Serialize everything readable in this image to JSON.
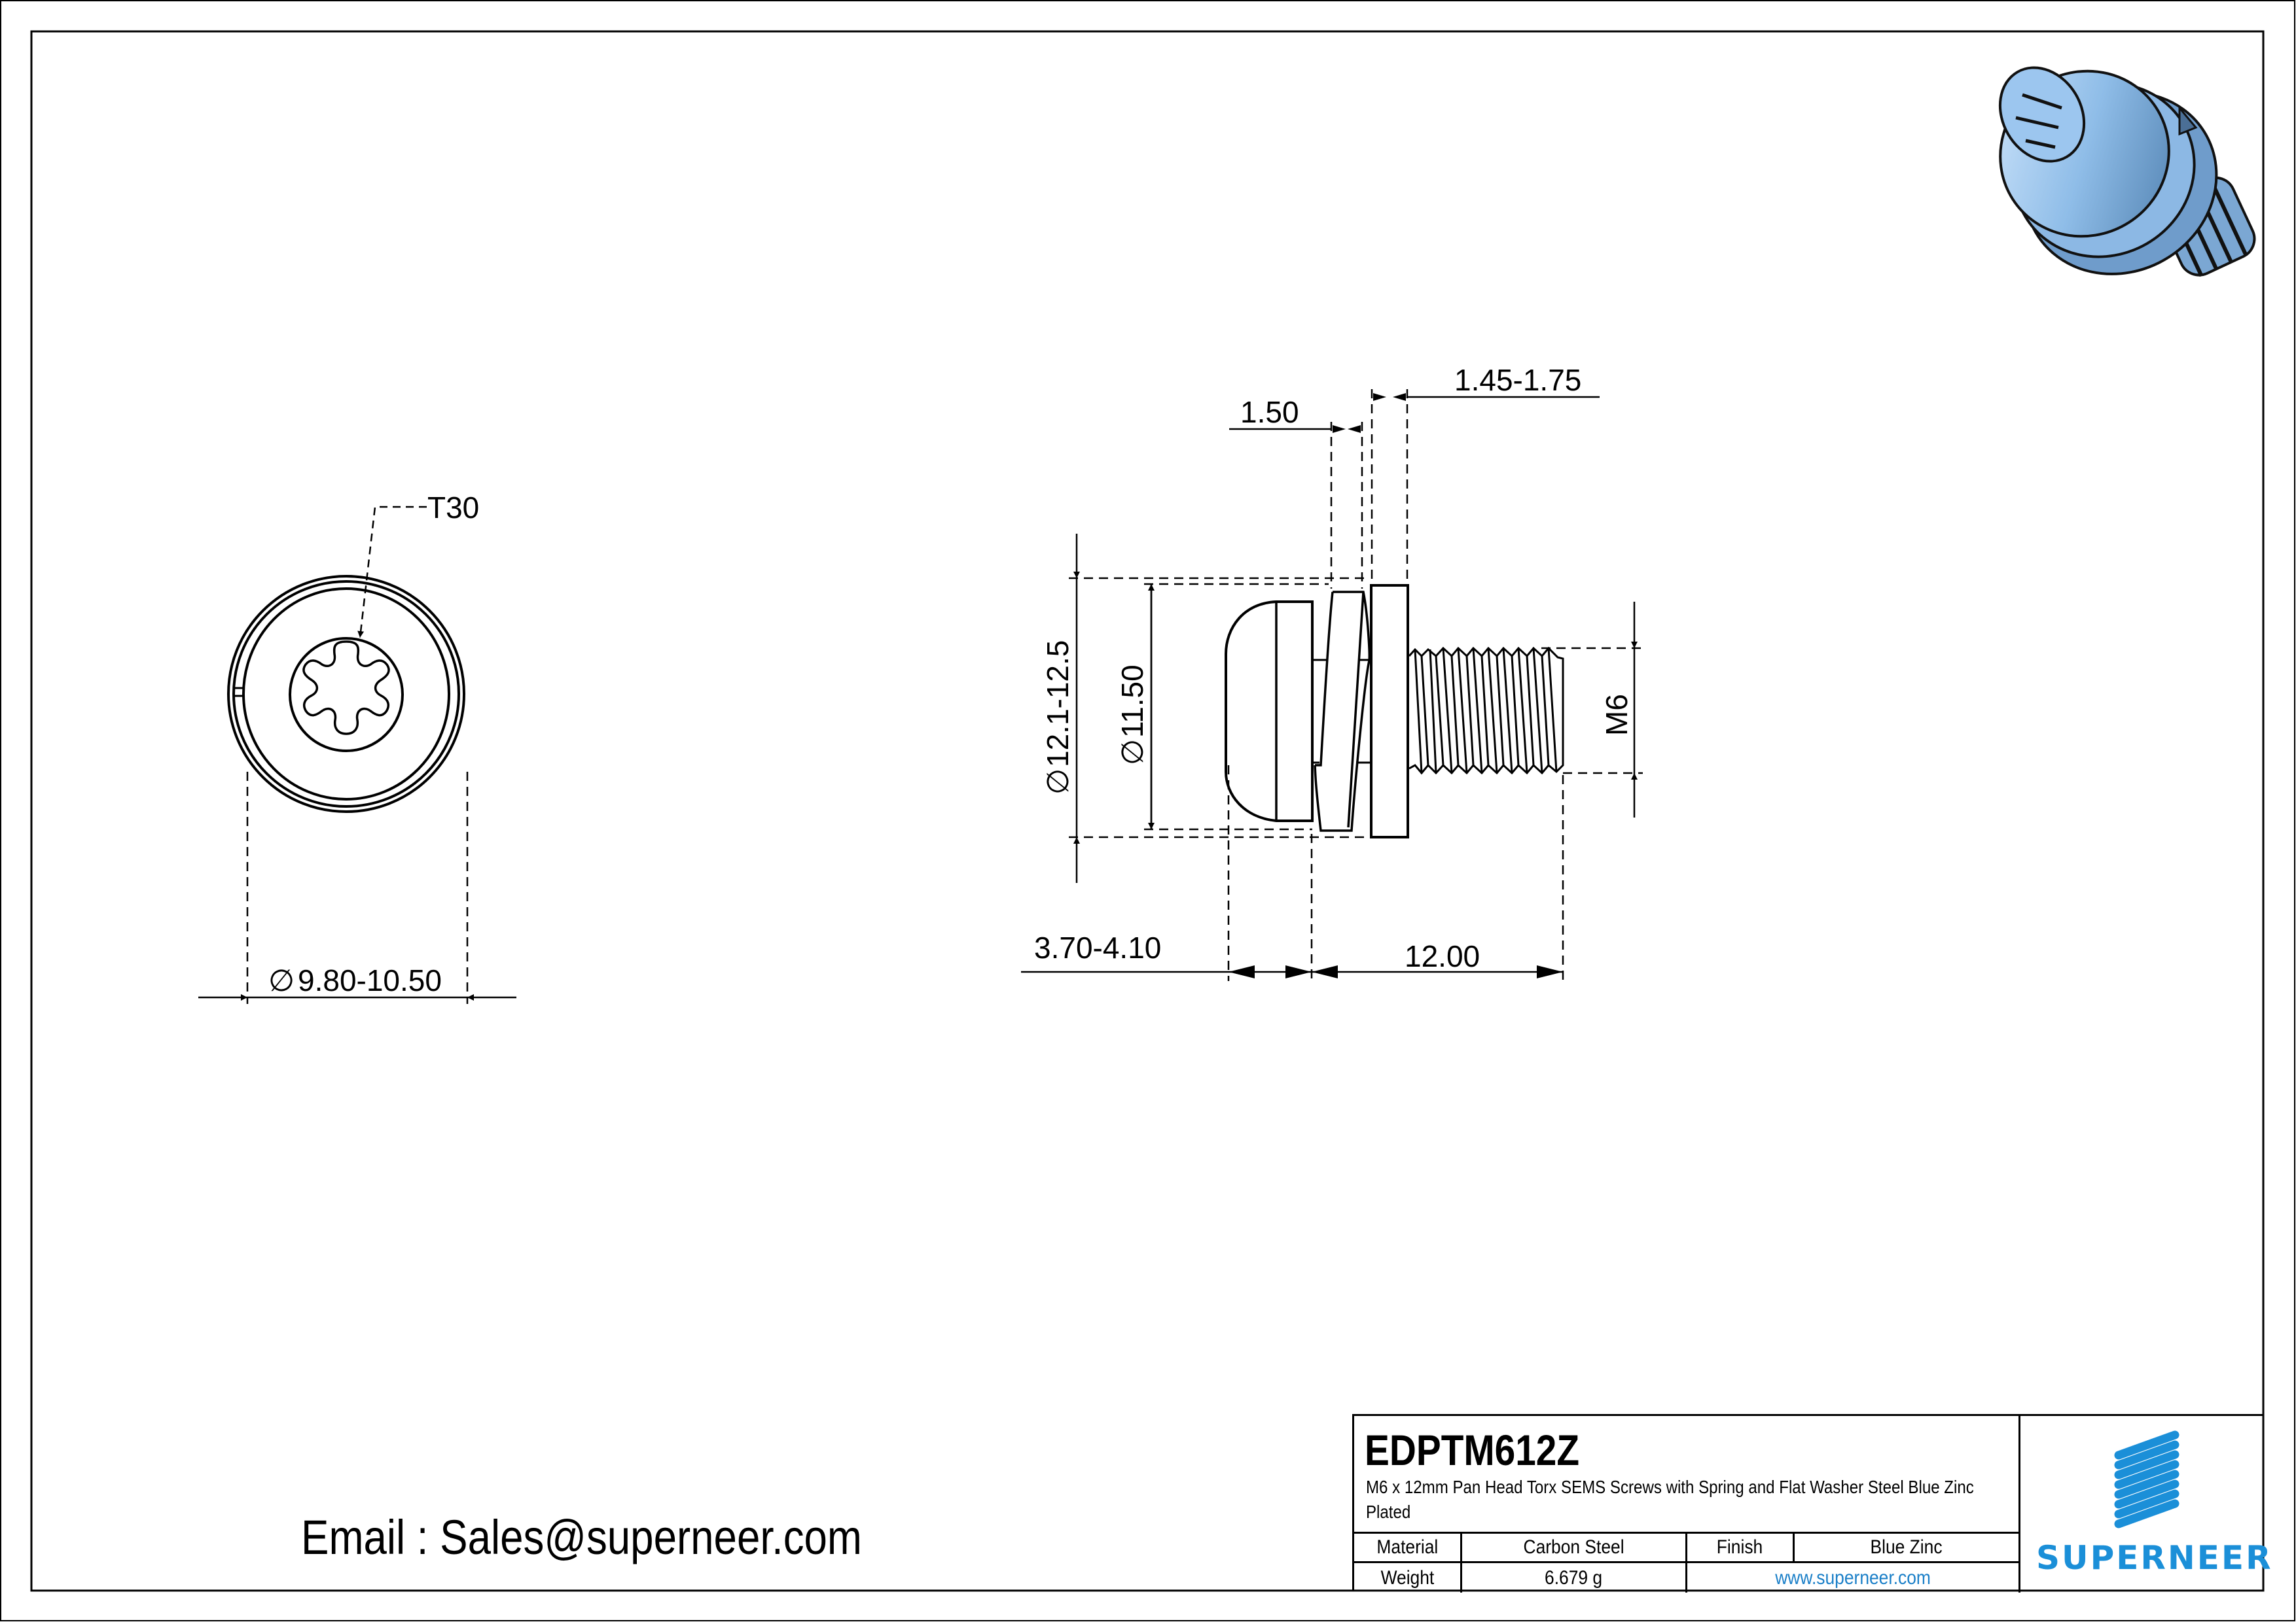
{
  "drawing": {
    "torx_label": "T30",
    "front_view": {
      "outer_diameter_label": "9.80-10.50",
      "diameter_symbol": "∅"
    },
    "side_view": {
      "spring_washer_thickness": "1.50",
      "flat_washer_thickness": "1.45-1.75",
      "washer_outer_diameter": "12.1-12.5",
      "head_diameter": "11.50",
      "thread_size": "M6",
      "head_height": "3.70-4.10",
      "length": "12.00",
      "diameter_symbol": "∅"
    },
    "render_3d": {
      "icon": "screw-3d-render-icon",
      "color": "#8fbde8"
    }
  },
  "contact": {
    "email_text": "Email : Sales@superneer.com"
  },
  "title_block": {
    "part_number": "EDPTM612Z",
    "description": "M6 x 12mm Pan Head Torx SEMS Screws with Spring and Flat Washer Steel Blue Zinc Plated",
    "rows": [
      {
        "label": "Material",
        "value": "Carbon Steel",
        "label2": "Finish",
        "value2": "Blue Zinc"
      },
      {
        "label": "Weight",
        "value": "6.679 g",
        "link": "www.superneer.com"
      }
    ],
    "logo": {
      "icon": "superneer-stripes-logo-icon",
      "wordmark": "SUPERNEER",
      "color": "#1b8fd8"
    }
  }
}
